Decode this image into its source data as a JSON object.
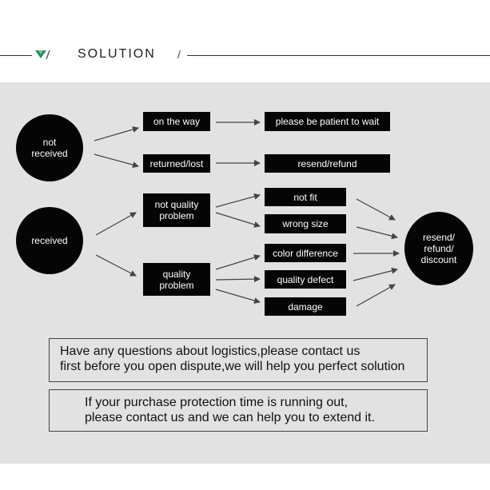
{
  "header": {
    "title": "SOLUTION",
    "slash": "/"
  },
  "nodes": {
    "not_received": "not\nreceived",
    "received": "received",
    "on_the_way": "on the way",
    "returned_lost": "returned/lost",
    "please_wait": "please be patient to wait",
    "resend_refund": "resend/refund",
    "not_quality_problem": "not quality\nproblem",
    "quality_problem": "quality\nproblem",
    "not_fit": "not fit",
    "wrong_size": "wrong size",
    "color_difference": "color difference",
    "quality_defect": "quality defect",
    "damage": "damage",
    "resend_refund_discount": "resend/\nrefund/\ndiscount"
  },
  "notes": {
    "logistics": "Have any questions about logistics,please contact us\nfirst before you open dispute,we will help you perfect solution",
    "protection": "If your purchase protection time is running out,\nplease contact us and we can help you to extend it."
  },
  "colors": {
    "panel": "#e2e2e2",
    "node": "#050505",
    "logo_green": "#2f8a5a"
  }
}
